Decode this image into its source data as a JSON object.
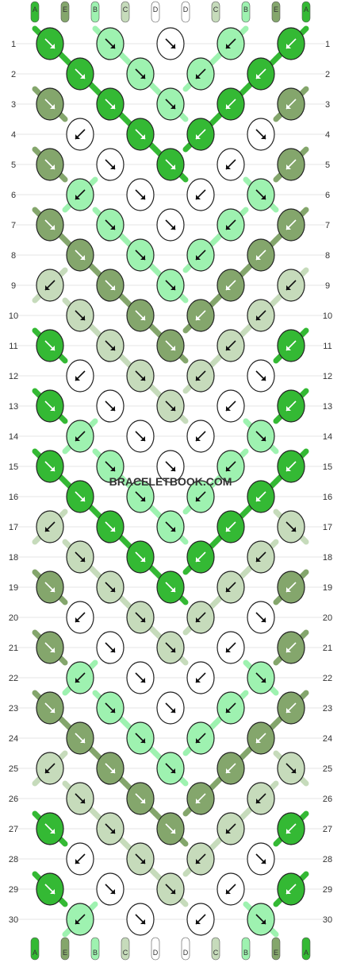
{
  "watermark": "BRACELETBOOK.COM",
  "colors": {
    "A": "#34b934",
    "E": "#84a66c",
    "B": "#9ef2b0",
    "C": "#c6dbbb",
    "D": "#ffffff"
  },
  "strands": [
    "A",
    "E",
    "B",
    "C",
    "D",
    "D",
    "C",
    "B",
    "E",
    "A"
  ],
  "rows": [
    {
      "label": "1",
      "knots": [
        {
          "color": "A",
          "dir": "br"
        },
        {
          "color": "B",
          "dir": "br"
        },
        {
          "color": "D",
          "dir": "br"
        },
        {
          "color": "B",
          "dir": "bl"
        },
        {
          "color": "A",
          "dir": "bl"
        }
      ]
    },
    {
      "label": "2",
      "knots": [
        {
          "color": "A",
          "dir": "br"
        },
        {
          "color": "B",
          "dir": "br"
        },
        {
          "color": "B",
          "dir": "bl"
        },
        {
          "color": "A",
          "dir": "bl"
        }
      ]
    },
    {
      "label": "3",
      "knots": [
        {
          "color": "E",
          "dir": "br_"
        },
        {
          "color": "A",
          "dir": "br"
        },
        {
          "color": "B",
          "dir": "br"
        },
        {
          "color": "A",
          "dir": "bl"
        },
        {
          "color": "E",
          "dir": "bl_"
        }
      ]
    },
    {
      "label": "4",
      "knots": [
        {
          "color": "D",
          "dir": "bl_"
        },
        {
          "color": "A",
          "dir": "br"
        },
        {
          "color": "A",
          "dir": "bl"
        },
        {
          "color": "D",
          "dir": "br_"
        }
      ]
    },
    {
      "label": "5",
      "knots": [
        {
          "color": "E",
          "dir": "br_"
        },
        {
          "color": "D",
          "dir": "br"
        },
        {
          "color": "A",
          "dir": "br"
        },
        {
          "color": "D",
          "dir": "bl"
        },
        {
          "color": "E",
          "dir": "bl_"
        }
      ]
    },
    {
      "label": "6",
      "knots": [
        {
          "color": "B",
          "dir": "bl_"
        },
        {
          "color": "D",
          "dir": "br"
        },
        {
          "color": "D",
          "dir": "bl"
        },
        {
          "color": "B",
          "dir": "br_"
        }
      ]
    },
    {
      "label": "7",
      "knots": [
        {
          "color": "E",
          "dir": "br"
        },
        {
          "color": "B",
          "dir": "br"
        },
        {
          "color": "D",
          "dir": "br"
        },
        {
          "color": "B",
          "dir": "bl"
        },
        {
          "color": "E",
          "dir": "bl"
        }
      ]
    },
    {
      "label": "8",
      "knots": [
        {
          "color": "E",
          "dir": "br"
        },
        {
          "color": "B",
          "dir": "br"
        },
        {
          "color": "B",
          "dir": "bl"
        },
        {
          "color": "E",
          "dir": "bl"
        }
      ]
    },
    {
      "label": "9",
      "knots": [
        {
          "color": "C",
          "dir": "bl_"
        },
        {
          "color": "E",
          "dir": "br"
        },
        {
          "color": "B",
          "dir": "br"
        },
        {
          "color": "E",
          "dir": "bl"
        },
        {
          "color": "C",
          "dir": "bl"
        }
      ]
    },
    {
      "label": "10",
      "knots": [
        {
          "color": "C",
          "dir": "br"
        },
        {
          "color": "E",
          "dir": "br"
        },
        {
          "color": "E",
          "dir": "bl"
        },
        {
          "color": "C",
          "dir": "bl"
        }
      ]
    },
    {
      "label": "11",
      "knots": [
        {
          "color": "A",
          "dir": "br_"
        },
        {
          "color": "C",
          "dir": "br"
        },
        {
          "color": "E",
          "dir": "br"
        },
        {
          "color": "C",
          "dir": "bl"
        },
        {
          "color": "A",
          "dir": "bl_"
        }
      ]
    },
    {
      "label": "12",
      "knots": [
        {
          "color": "D",
          "dir": "bl_"
        },
        {
          "color": "C",
          "dir": "br"
        },
        {
          "color": "C",
          "dir": "bl"
        },
        {
          "color": "D",
          "dir": "br_"
        }
      ]
    },
    {
      "label": "13",
      "knots": [
        {
          "color": "A",
          "dir": "br_"
        },
        {
          "color": "D",
          "dir": "br"
        },
        {
          "color": "C",
          "dir": "br_"
        },
        {
          "color": "D",
          "dir": "bl"
        },
        {
          "color": "A",
          "dir": "bl_"
        }
      ]
    },
    {
      "label": "14",
      "knots": [
        {
          "color": "B",
          "dir": "bl_"
        },
        {
          "color": "D",
          "dir": "br"
        },
        {
          "color": "D",
          "dir": "bl"
        },
        {
          "color": "B",
          "dir": "br_"
        }
      ]
    },
    {
      "label": "15",
      "knots": [
        {
          "color": "A",
          "dir": "br"
        },
        {
          "color": "B",
          "dir": "br"
        },
        {
          "color": "D",
          "dir": "br"
        },
        {
          "color": "B",
          "dir": "bl"
        },
        {
          "color": "A",
          "dir": "bl"
        }
      ]
    },
    {
      "label": "16",
      "knots": [
        {
          "color": "A",
          "dir": "br"
        },
        {
          "color": "B",
          "dir": "br"
        },
        {
          "color": "B",
          "dir": "bl"
        },
        {
          "color": "A",
          "dir": "bl"
        }
      ]
    },
    {
      "label": "17",
      "knots": [
        {
          "color": "C",
          "dir": "bl_"
        },
        {
          "color": "A",
          "dir": "br"
        },
        {
          "color": "B",
          "dir": "br"
        },
        {
          "color": "A",
          "dir": "bl"
        },
        {
          "color": "C",
          "dir": "br_"
        }
      ]
    },
    {
      "label": "18",
      "knots": [
        {
          "color": "C",
          "dir": "br"
        },
        {
          "color": "A",
          "dir": "br"
        },
        {
          "color": "A",
          "dir": "bl"
        },
        {
          "color": "C",
          "dir": "bl"
        }
      ]
    },
    {
      "label": "19",
      "knots": [
        {
          "color": "E",
          "dir": "br_"
        },
        {
          "color": "C",
          "dir": "br"
        },
        {
          "color": "A",
          "dir": "br"
        },
        {
          "color": "C",
          "dir": "bl"
        },
        {
          "color": "E",
          "dir": "bl_"
        }
      ]
    },
    {
      "label": "20",
      "knots": [
        {
          "color": "D",
          "dir": "bl_"
        },
        {
          "color": "C",
          "dir": "br"
        },
        {
          "color": "C",
          "dir": "bl"
        },
        {
          "color": "D",
          "dir": "br_"
        }
      ]
    },
    {
      "label": "21",
      "knots": [
        {
          "color": "E",
          "dir": "br_"
        },
        {
          "color": "D",
          "dir": "br"
        },
        {
          "color": "C",
          "dir": "br_"
        },
        {
          "color": "D",
          "dir": "bl"
        },
        {
          "color": "E",
          "dir": "bl_"
        }
      ]
    },
    {
      "label": "22",
      "knots": [
        {
          "color": "B",
          "dir": "bl_"
        },
        {
          "color": "D",
          "dir": "br"
        },
        {
          "color": "D",
          "dir": "bl"
        },
        {
          "color": "B",
          "dir": "br_"
        }
      ]
    },
    {
      "label": "23",
      "knots": [
        {
          "color": "E",
          "dir": "br"
        },
        {
          "color": "B",
          "dir": "br"
        },
        {
          "color": "D",
          "dir": "br"
        },
        {
          "color": "B",
          "dir": "bl"
        },
        {
          "color": "E",
          "dir": "bl"
        }
      ]
    },
    {
      "label": "24",
      "knots": [
        {
          "color": "E",
          "dir": "br"
        },
        {
          "color": "B",
          "dir": "br"
        },
        {
          "color": "B",
          "dir": "bl"
        },
        {
          "color": "E",
          "dir": "bl"
        }
      ]
    },
    {
      "label": "25",
      "knots": [
        {
          "color": "C",
          "dir": "bl_"
        },
        {
          "color": "E",
          "dir": "br"
        },
        {
          "color": "B",
          "dir": "br"
        },
        {
          "color": "E",
          "dir": "bl"
        },
        {
          "color": "C",
          "dir": "br_"
        }
      ]
    },
    {
      "label": "26",
      "knots": [
        {
          "color": "C",
          "dir": "br"
        },
        {
          "color": "E",
          "dir": "br"
        },
        {
          "color": "E",
          "dir": "bl"
        },
        {
          "color": "C",
          "dir": "bl"
        }
      ]
    },
    {
      "label": "27",
      "knots": [
        {
          "color": "A",
          "dir": "br_"
        },
        {
          "color": "C",
          "dir": "br"
        },
        {
          "color": "E",
          "dir": "br"
        },
        {
          "color": "C",
          "dir": "bl"
        },
        {
          "color": "A",
          "dir": "bl_"
        }
      ]
    },
    {
      "label": "28",
      "knots": [
        {
          "color": "D",
          "dir": "bl_"
        },
        {
          "color": "C",
          "dir": "br"
        },
        {
          "color": "C",
          "dir": "bl"
        },
        {
          "color": "D",
          "dir": "br_"
        }
      ]
    },
    {
      "label": "29",
      "knots": [
        {
          "color": "A",
          "dir": "br_"
        },
        {
          "color": "D",
          "dir": "br"
        },
        {
          "color": "C",
          "dir": "br_"
        },
        {
          "color": "D",
          "dir": "bl"
        },
        {
          "color": "A",
          "dir": "bl_"
        }
      ]
    },
    {
      "label": "30",
      "knots": [
        {
          "color": "B",
          "dir": "bl_"
        },
        {
          "color": "D",
          "dir": "br"
        },
        {
          "color": "D",
          "dir": "bl"
        },
        {
          "color": "B",
          "dir": "br_"
        }
      ]
    }
  ]
}
